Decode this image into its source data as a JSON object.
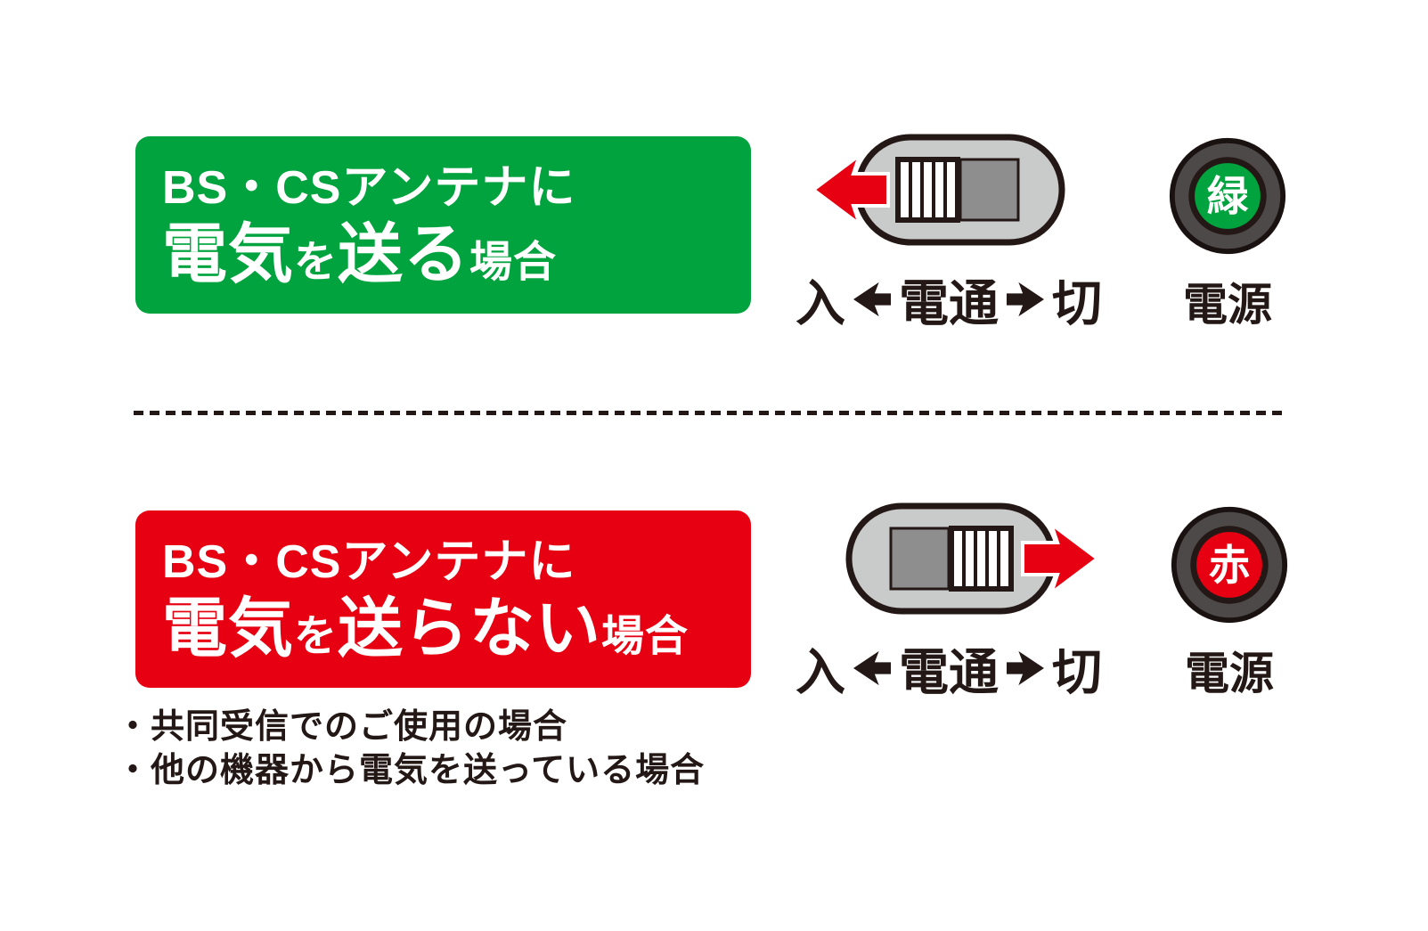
{
  "colors": {
    "green": "#00A33E",
    "red": "#E60012",
    "ink": "#231815",
    "pill_gray": "#C9CACA",
    "knob_gray": "#8E8E8F",
    "rib_white": "#FFFFFF",
    "led_ring_gray": "#4C4948",
    "text_white": "#FFFFFF"
  },
  "section_send": {
    "title_line1": "BS・CSアンテナに",
    "title_big1": "電気",
    "title_small1": "を",
    "title_big2": "送る",
    "title_small2": "場合",
    "switch_left": "入",
    "switch_center": "電通",
    "switch_right": "切",
    "led_char": "緑",
    "led_label": "電源"
  },
  "section_nosend": {
    "title_line1": "BS・CSアンテナに",
    "title_big1": "電気",
    "title_small1": "を",
    "title_big2": "送らない",
    "title_small2": "場合",
    "switch_left": "入",
    "switch_center": "電通",
    "switch_right": "切",
    "led_char": "赤",
    "led_label": "電源",
    "notes": [
      "・共同受信でのご使用の場合",
      "・他の機器から電気を送っている場合"
    ]
  }
}
